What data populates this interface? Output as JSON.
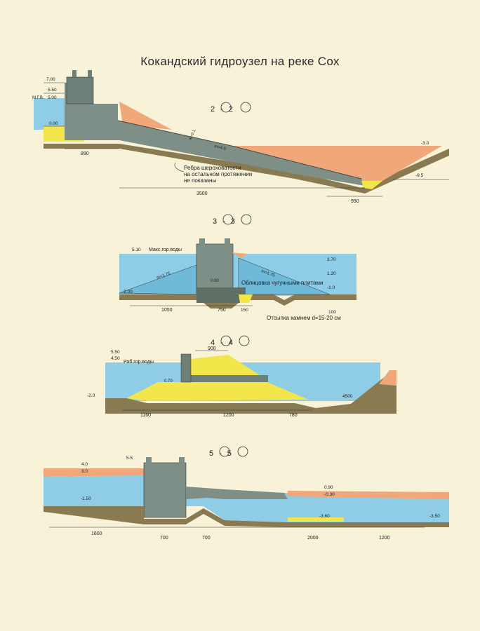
{
  "title": "Кокандский гидроузел на реке Сох",
  "sections": [
    {
      "id": "2-2",
      "label": "2-2",
      "levels": [
        "7.00",
        "5.50",
        "М.Г.В.",
        "5.00",
        "0.00",
        "-3.0",
        "-9.5"
      ],
      "slope": "m=4.0",
      "slope_upper": "m=0.1",
      "dimensions": [
        "890",
        "3500",
        "950"
      ],
      "annotation": [
        "Ребра шероховатости",
        "на остальном протяжении",
        "не показаны"
      ]
    },
    {
      "id": "3-3",
      "label": "3-3",
      "levels": [
        "5.10",
        "-2.00",
        "3.70",
        "1.20",
        "-1.0",
        "0.00"
      ],
      "level_label": "Макс.гор.воды",
      "slopes": [
        "m=1.75",
        "m=1.75"
      ],
      "dimensions": [
        "1050",
        "750",
        "150",
        "100"
      ],
      "annotations": [
        "Облицовка чугунными плитами",
        "Отсыпка камнем d=15-20 см"
      ]
    },
    {
      "id": "4-4",
      "label": "4-4",
      "levels": [
        "5.50",
        "4.50",
        "0.70",
        "-2.0"
      ],
      "level_label": "Раб.гор.воды",
      "dimensions": [
        "900",
        "1160",
        "1200",
        "780",
        "4500"
      ]
    },
    {
      "id": "5-5",
      "label": "5-5",
      "levels": [
        "4.0",
        "3.0",
        "5.5",
        "-1.50",
        "0.90",
        "-0.30",
        "-3.60",
        "-3.50"
      ],
      "dimensions": [
        "1600",
        "700",
        "700",
        "2000",
        "1200"
      ]
    }
  ],
  "colors": {
    "water": "#8fcde6",
    "water_dark": "#6fb9d9",
    "concrete": "#7d8f86",
    "concrete_dark": "#5f6f66",
    "earth": "#f0a87a",
    "sand": "#f2e64a",
    "ground": "#8a7a52",
    "paper": "#f7f2d8"
  }
}
